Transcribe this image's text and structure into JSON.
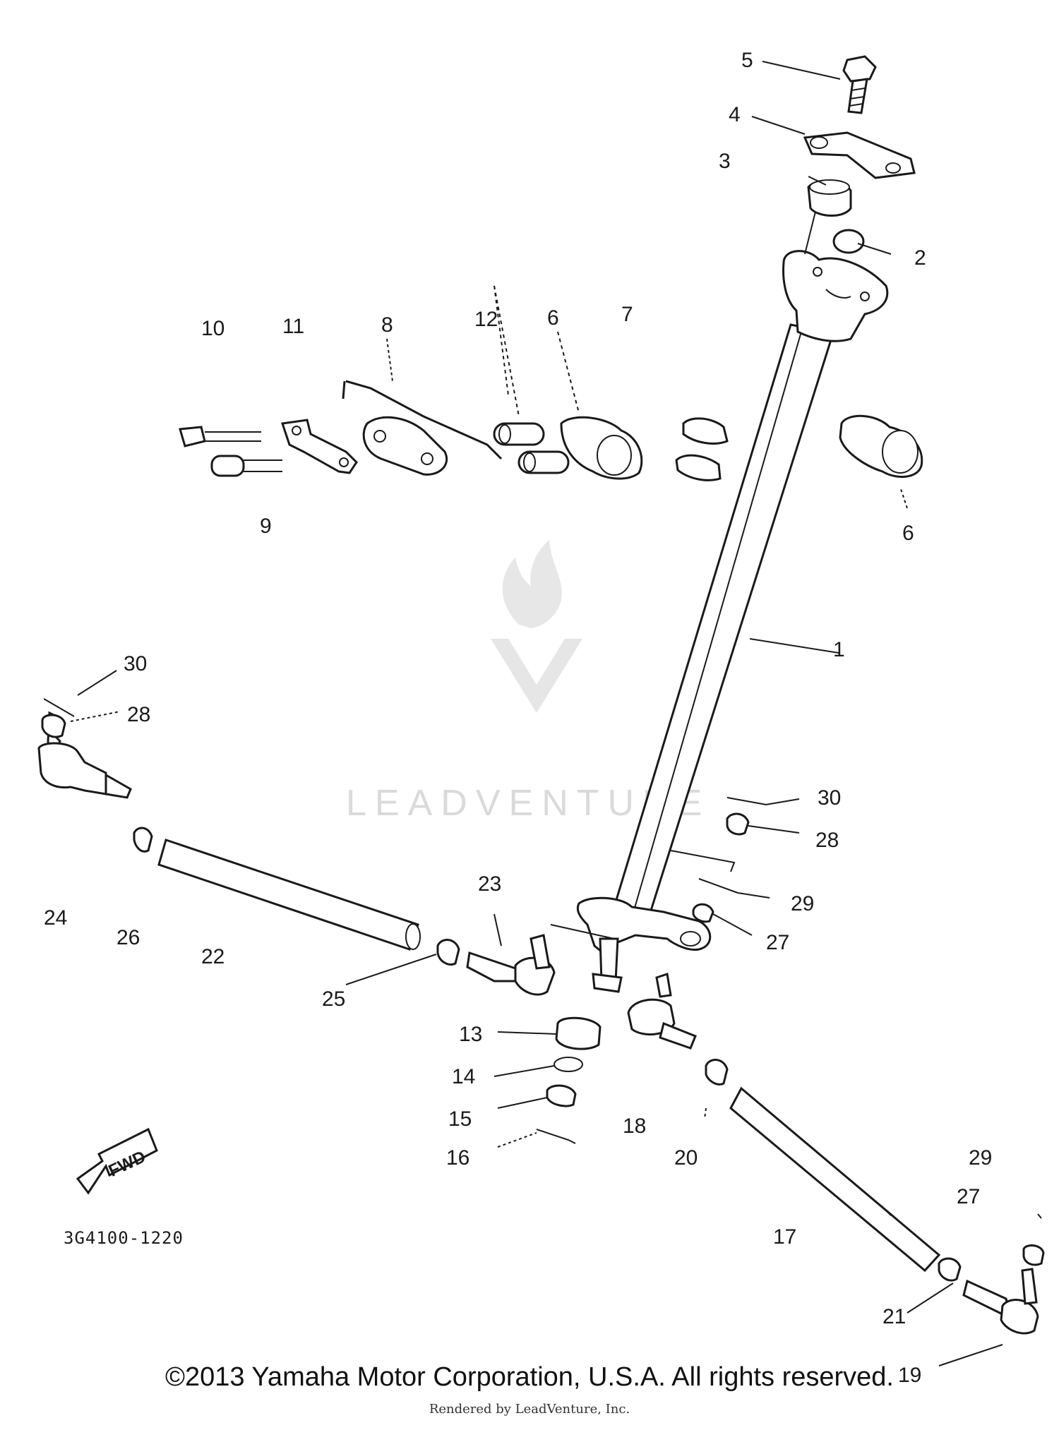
{
  "part_labels": {
    "p1": "1",
    "p2": "2",
    "p3": "3",
    "p4": "4",
    "p5": "5",
    "p6a": "6",
    "p6b": "6",
    "p7": "7",
    "p8": "8",
    "p9": "9",
    "p10": "10",
    "p11": "11",
    "p12": "12",
    "p13": "13",
    "p14": "14",
    "p15": "15",
    "p16": "16",
    "p17": "17",
    "p18": "18",
    "p19": "19",
    "p20": "20",
    "p21": "21",
    "p22": "22",
    "p23": "23",
    "p24": "24",
    "p25": "25",
    "p26": "26",
    "p27a": "27",
    "p27b": "27",
    "p28a": "28",
    "p28b": "28",
    "p29a": "29",
    "p29b": "29",
    "p30a": "30",
    "p30b": "30"
  },
  "fwd_label": "FWD",
  "drawing_code": "3G4100-1220",
  "watermark": "LEADVENTURE",
  "copyright": "©2013 Yamaha Motor Corporation, U.S.A. All rights reserved.",
  "rendered_by": "Rendered by LeadVenture, Inc.",
  "colors": {
    "line": "#1a1a1a",
    "watermark": "#d6d6d6",
    "background": "#ffffff"
  }
}
